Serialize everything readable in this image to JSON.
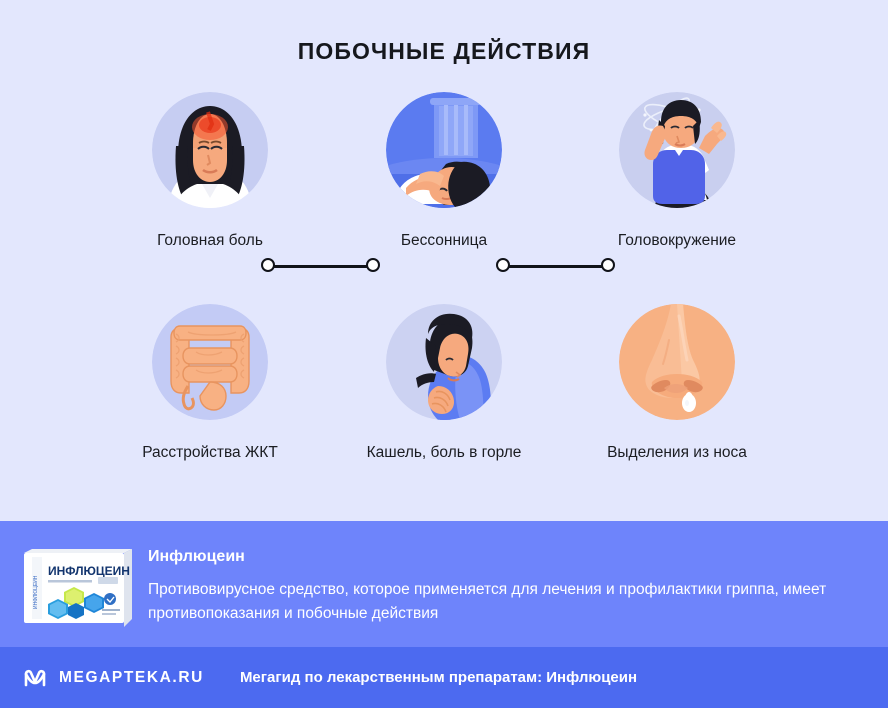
{
  "page": {
    "title": "ПОБОЧНЫЕ ДЕЙСТВИЯ",
    "background_color": "#e3e7fd"
  },
  "symptoms": [
    {
      "label": "Головная боль",
      "icon": "headache-illustration",
      "circle_color": "#c6cdf2"
    },
    {
      "label": "Бессонница",
      "icon": "insomnia-illustration",
      "circle_color": "#5b7bf0"
    },
    {
      "label": "Головокружение",
      "icon": "dizziness-illustration",
      "circle_color": "#c9cfef"
    },
    {
      "label": "Расстройства ЖКТ",
      "icon": "intestines-illustration",
      "circle_color": "#c3cbf5"
    },
    {
      "label": "Кашель, боль в горле",
      "icon": "cough-illustration",
      "circle_color": "#ccd2f2"
    },
    {
      "label": "Выделения из носа",
      "icon": "nose-illustration",
      "circle_color": "#f7b183"
    }
  ],
  "connectors": {
    "node_fill": "#ffffff",
    "line_color": "#111319"
  },
  "product": {
    "name": "Инфлюцеин",
    "description": "Противовирусное средство, которое применяется для лечения и профилактики гриппа, имеет противопоказания и побочные действия",
    "box_label": "ИНФЛЮЦЕИН",
    "banner_color": "#6e84fb"
  },
  "footer": {
    "brand": "MEGAPTEKA.RU",
    "caption": "Мегагид по лекарственным препаратам: Инфлюцеин",
    "bar_color": "#4c6af0"
  }
}
